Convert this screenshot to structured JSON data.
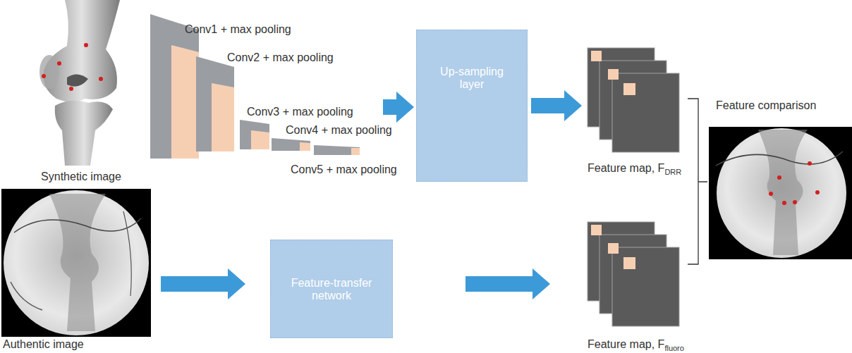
{
  "diagram": {
    "nodes": [
      {
        "text": [
          "Synthetic image"
        ]
      },
      {
        "text": [
          "Conv1 + max pooling",
          "Conv2 + max pooling",
          "Conv3 + max pooling",
          "Conv4 + max pooling",
          "Conv5 + max pooling"
        ]
      },
      {
        "text": [
          "Up-sampling layer"
        ]
      },
      {
        "text": [
          "Feature map, F",
          "DRR"
        ]
      },
      {
        "text": [
          "Authentic image"
        ]
      },
      {
        "text": [
          "Feature-transfer network"
        ]
      },
      {
        "text": [
          "Feature map, F",
          "fluoro"
        ]
      }
    ],
    "edges": [
      {
        "from": 1,
        "to": 2,
        "arrow": "to"
      },
      {
        "from": 2,
        "to": 3,
        "arrow": "to"
      },
      {
        "from": 4,
        "to": 5,
        "arrow": "to"
      },
      {
        "from": 5,
        "to": 6,
        "arrow": "to"
      }
    ],
    "labels": [
      "Feature comparison"
    ]
  }
}
